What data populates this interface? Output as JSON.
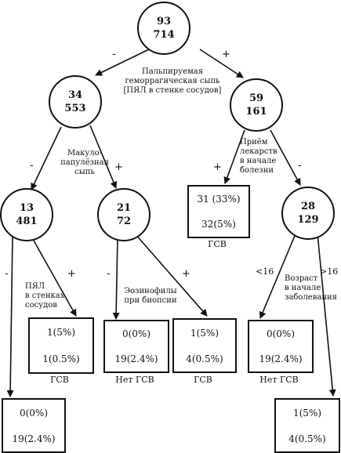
{
  "nodes": {
    "root": {
      "top": "93",
      "bottom": "714"
    },
    "left": {
      "top": "34",
      "bottom": "553"
    },
    "right": {
      "top": "59",
      "bottom": "161"
    },
    "ll": {
      "top": "13",
      "bottom": "481"
    },
    "lr": {
      "top": "21",
      "bottom": "72"
    },
    "rr": {
      "top": "28",
      "bottom": "129"
    }
  },
  "leaves": {
    "right_plus": {
      "a": "31 (33%)",
      "b": "32(5%)",
      "caption": "ГСВ"
    },
    "ll_plus": {
      "a": "1(5%)",
      "b": "1(0.5%)",
      "caption": "ГСВ"
    },
    "ll_minus": {
      "a": "0(0%)",
      "b": "19(2.4%)"
    },
    "lr_minus": {
      "a": "0(0%)",
      "b": "19(2.4%)",
      "caption": "Нет ГСВ"
    },
    "lr_plus": {
      "a": "1(5%)",
      "b": "4(0.5%)",
      "caption": "ГСВ"
    },
    "rr_low": {
      "a": "0(0%)",
      "b": "19(2.4%)",
      "caption": "Нет ГСВ"
    },
    "rr_high": {
      "a": "1(5%)",
      "b": "4(0.5%)"
    }
  },
  "labels": {
    "root_split": [
      "Пальпируемая",
      "геморрагическая сыпь",
      "[ПЯЛ в стенке сосудов]"
    ],
    "left_split": [
      "Макуло-",
      "папулёзная",
      "сыпь"
    ],
    "right_split": [
      "Приём",
      "лекарств",
      "в начале",
      "болезни"
    ],
    "ll_split": [
      "ПЯЛ",
      "в стенках",
      "сосудов"
    ],
    "lr_split": [
      "Эозинофилы",
      "при биопсии"
    ],
    "rr_split": [
      "Возраст",
      "в начале",
      "заболевания"
    ]
  },
  "signs": {
    "minus": "-",
    "plus": "+",
    "lt16": "<16",
    "gt16": ">16"
  }
}
